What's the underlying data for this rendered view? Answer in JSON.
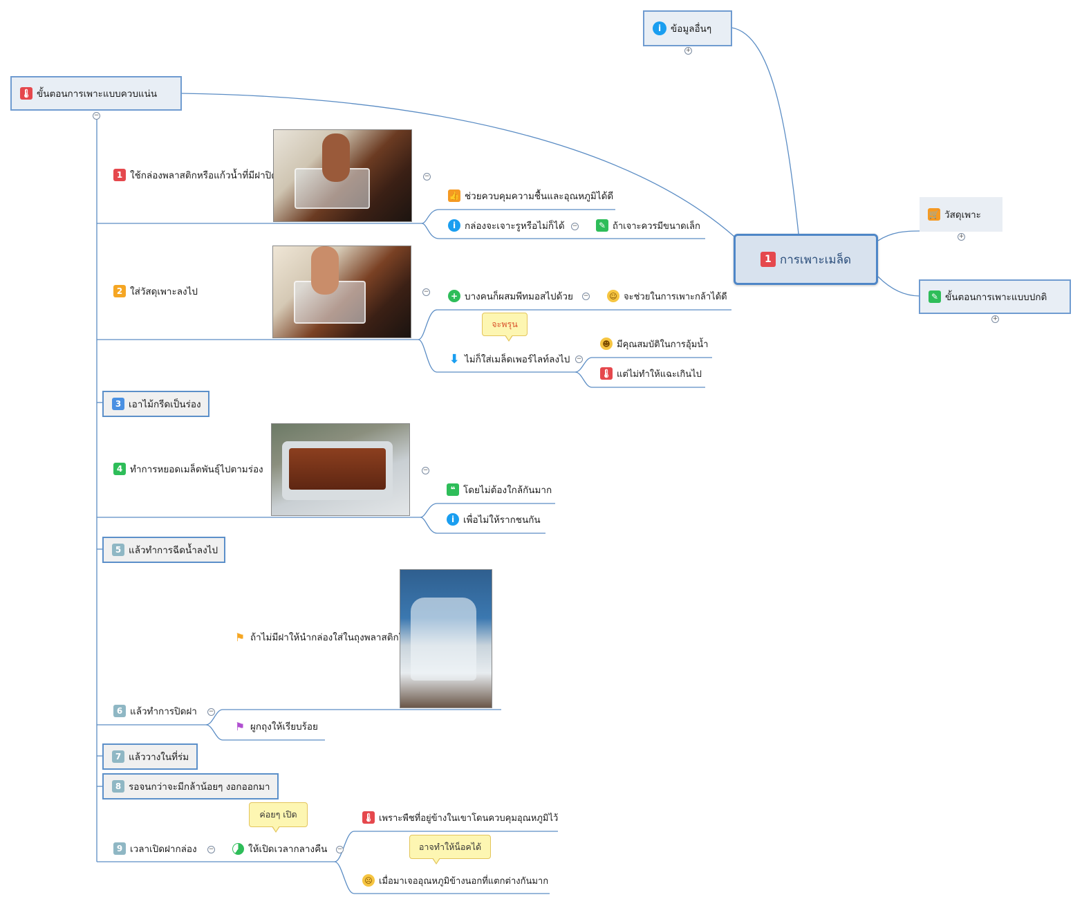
{
  "central": {
    "num": "1",
    "label": "การเพาะเมล็ด"
  },
  "right_topics": [
    {
      "label": "วัสดุเพาะ",
      "icon": "cart-icon"
    },
    {
      "label": "ขั้นตอนการเพาะแบบปกติ",
      "icon": "pencil-icon"
    }
  ],
  "top_topic": {
    "label": "ข้อมูลอื่นๆ",
    "icon": "info-icon"
  },
  "main_topic": {
    "label": "ขั้นตอนการเพาะแบบควบแน่น",
    "icon": "thermometer-icon"
  },
  "steps": [
    {
      "num": "1",
      "label": "ใช้กล่องพลาสติกหรือแก้วน้ำที่มีฝาปิด",
      "color": "#e5484d"
    },
    {
      "num": "2",
      "label": "ใส่วัสดุเพาะลงไป",
      "color": "#f5a623"
    },
    {
      "num": "3",
      "label": "เอาไม้กรีดเป็นร่อง",
      "color": "#4a90e2"
    },
    {
      "num": "4",
      "label": "ทำการหยอดเมล็ดพันธุ์ไปตามร่อง",
      "color": "#2ebd59"
    },
    {
      "num": "5",
      "label": "แล้วทำการฉีดน้ำลงไป",
      "color": "#8fb7c4"
    },
    {
      "num": "6",
      "label": "แล้วทำการปิดฝา",
      "color": "#8fb7c4"
    },
    {
      "num": "7",
      "label": "แล้ววางในที่ร่ม",
      "color": "#8fb7c4"
    },
    {
      "num": "8",
      "label": "รอจนกว่าจะมีกล้าน้อยๆ งอกออกมา",
      "color": "#8fb7c4"
    },
    {
      "num": "9",
      "label": "เวลาเปิดฝากล่อง",
      "color": "#8fb7c4"
    }
  ],
  "s1": {
    "a": "ช่วยควบคุมความชื้นและอุณหภูมิได้ดี",
    "b": "กล่องจะเจาะรูหรือไม่ก็ได้",
    "b1": "ถ้าเจาะควรมีขนาดเล็ก"
  },
  "s2": {
    "a": "บางคนก็ผสมพีทมอสไปด้วย",
    "a1": "จะช่วยในการเพาะกล้าได้ดี",
    "b": "ไม่ก็ใส่เมล็ดเพอร์ไลท์ลงไป",
    "callout": "จะพรุน",
    "b1": "มีคุณสมบัติในการอุ้มน้ำ",
    "b2": "แต่ไม่ทำให้แฉะเกินไป"
  },
  "s4": {
    "a": "โดยไม่ต้องใกล้กันมาก",
    "b": "เพื่อไม่ให้รากชนกัน"
  },
  "s6": {
    "a": "ถ้าไม่มีฝาให้นำกล่องใส่ในถุงพลาสติกใส",
    "b": "ผูกถุงให้เรียบร้อย"
  },
  "s9": {
    "a": "ให้เปิดเวลากลางคืน",
    "callout1": "ค่อยๆ เปิด",
    "a1": "เพราะพืชที่อยู่ข้างในเขาโดนควบคุมอุณหภูมิไว้",
    "callout2": "อาจทำให้น็อคได้",
    "a2": "เมื่อมาเจออุณหภูมิข้างนอกที่แตกต่างกันมาก"
  }
}
